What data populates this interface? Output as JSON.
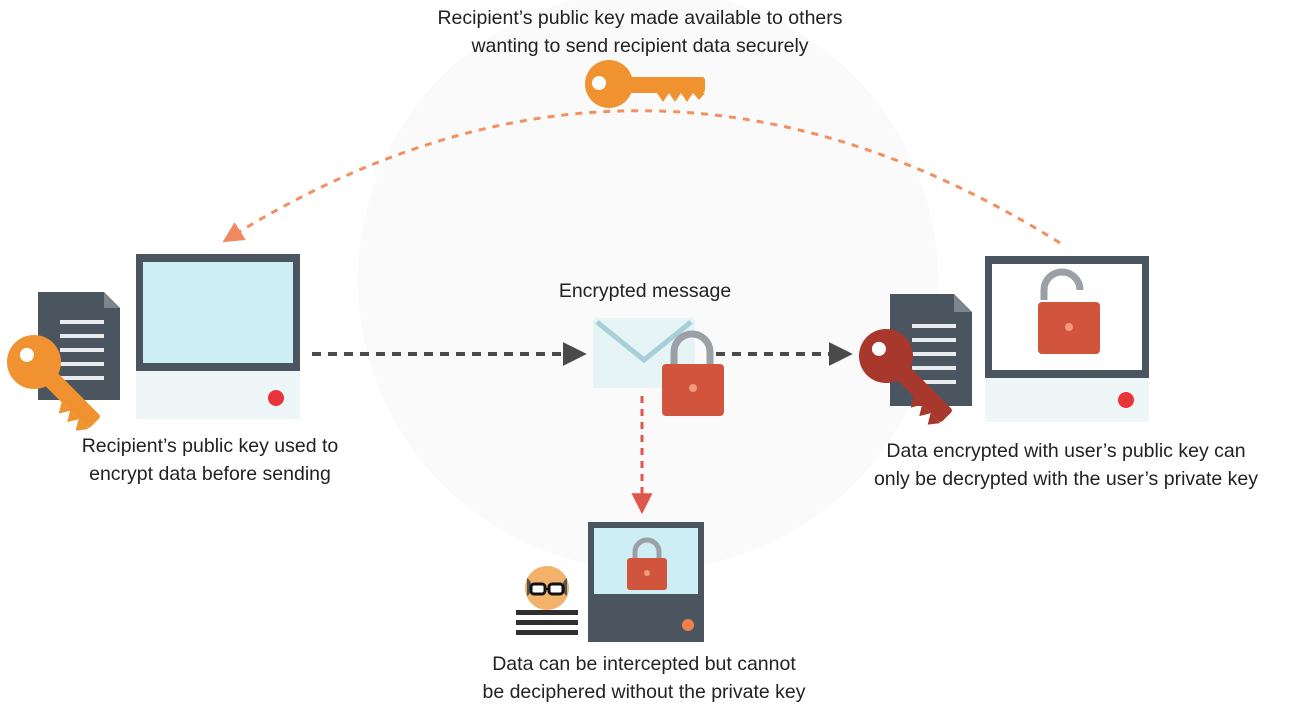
{
  "labels": {
    "top_public_key": [
      "Recipient’s public key made available to others",
      "wanting to send recipient data securely"
    ],
    "sender": [
      "Recipient’s public key used to",
      "encrypt data before sending"
    ],
    "message": "Encrypted message",
    "recipient": [
      "Data encrypted with user’s public key can",
      "only be decrypted with the user’s private key"
    ],
    "interceptor": [
      "Data can be intercepted but cannot",
      "be deciphered without the private key"
    ]
  },
  "colors": {
    "public_key": "#f0922f",
    "private_key": "#a8382c",
    "lock": "#d1553c",
    "monitor_frame": "#4b5560",
    "screen": "#cdeef5",
    "document": "#4b5560",
    "dashed_arrow_orange": "#f29060",
    "dashed_arrow_dark": "#4a4a4a",
    "power_dot": "#e8353b"
  }
}
